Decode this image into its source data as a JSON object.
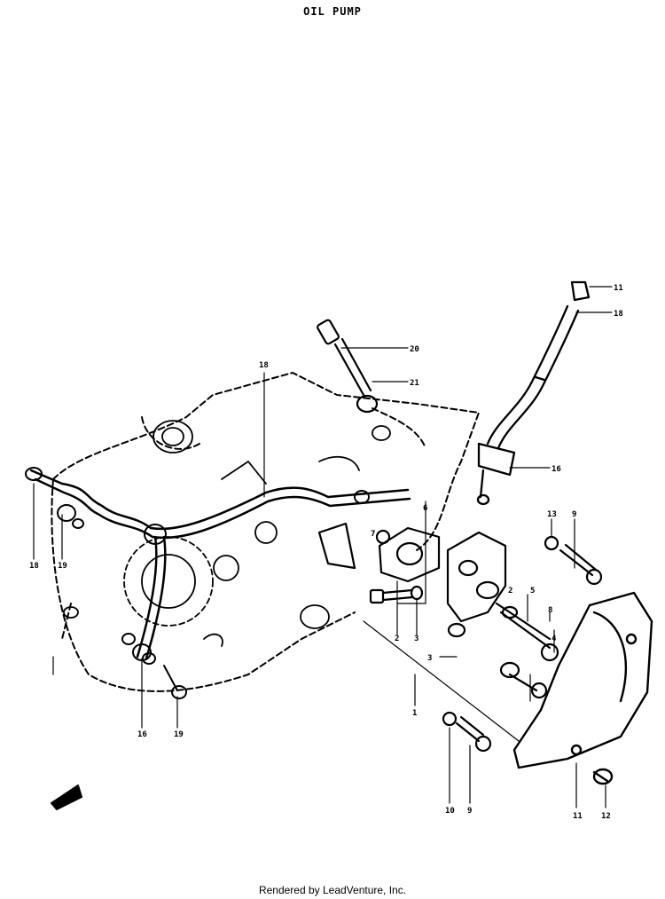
{
  "title": "OIL PUMP",
  "footer": "Rendered by LeadVenture, Inc.",
  "callouts": {
    "c_top_right_1": "11",
    "c_top_right_2": "18",
    "c_bolt_20": "20",
    "c_nut_21": "21",
    "c_pipe_16": "16",
    "c_main_pipe": "18",
    "c_left_18": "18",
    "c_left_19": "19",
    "c_lower_16": "16",
    "c_lower_19": "19",
    "c_center_6": "6",
    "c_center_7": "7",
    "c_pump_2": "2",
    "c_pump_5": "5",
    "c_pump_8": "8",
    "c_pump_4": "4",
    "c_pump_3": "3",
    "c_pump_1": "1",
    "c_right_13": "13",
    "c_right_9": "9",
    "c_cover_11": "11",
    "c_cover_12": "12",
    "c_bottom_10": "10",
    "c_bottom_9": "9",
    "c_mid_2": "2",
    "c_mid_3": "3"
  }
}
